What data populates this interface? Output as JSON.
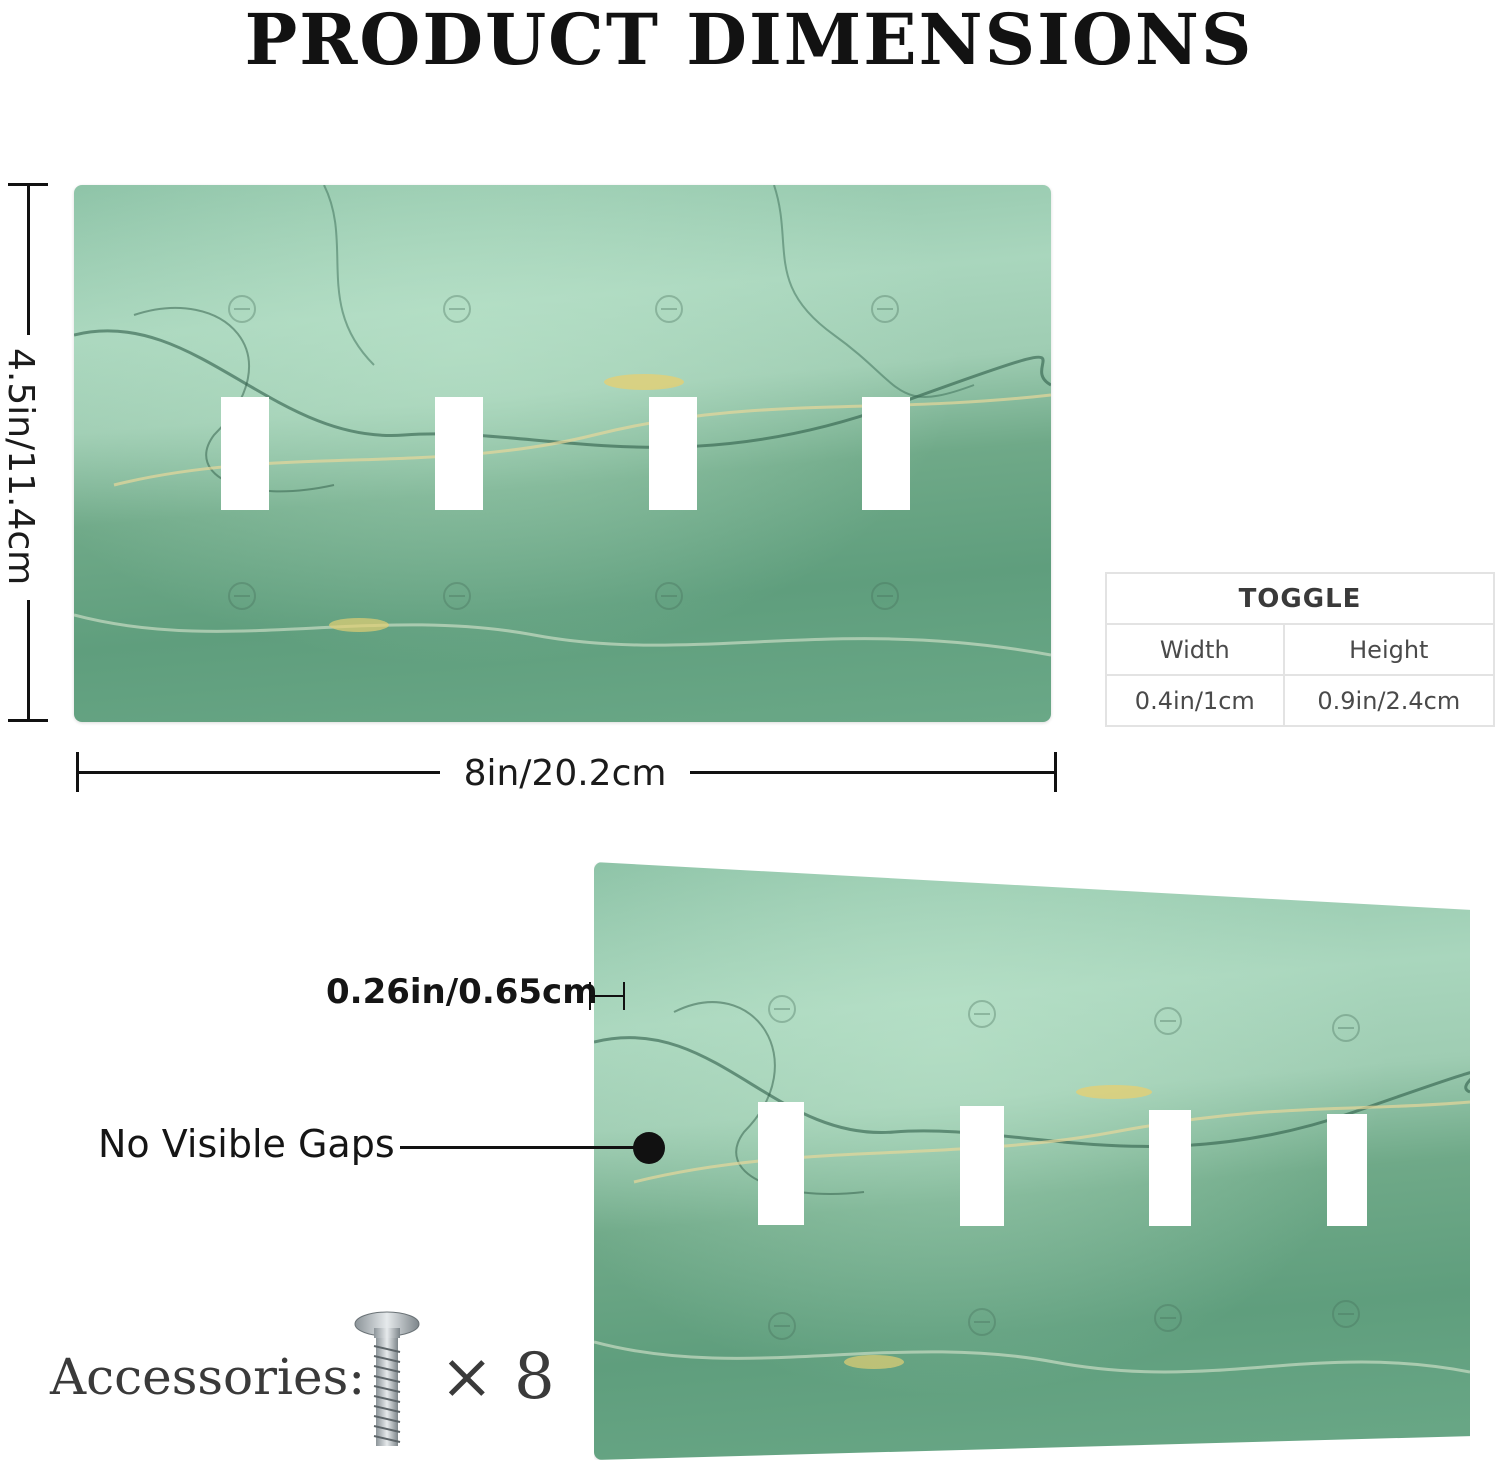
{
  "title": "PRODUCT DIMENSIONS",
  "dimensions": {
    "height": "4.5in/11.4cm",
    "width": "8in/20.2cm",
    "thickness": "0.26in/0.65cm"
  },
  "toggle_table": {
    "header": "TOGGLE",
    "columns": [
      "Width",
      "Height"
    ],
    "values": [
      "0.4in/1cm",
      "0.9in/2.4cm"
    ]
  },
  "callouts": {
    "no_gaps": "No Visible Gaps"
  },
  "accessories": {
    "label": "Accessories:",
    "quantity": "× 8",
    "icon": "screw-icon"
  },
  "colors": {
    "plate_green_light": "#a9d6bd",
    "plate_green_dark": "#5f9e7d",
    "text": "#1b1b1b"
  }
}
